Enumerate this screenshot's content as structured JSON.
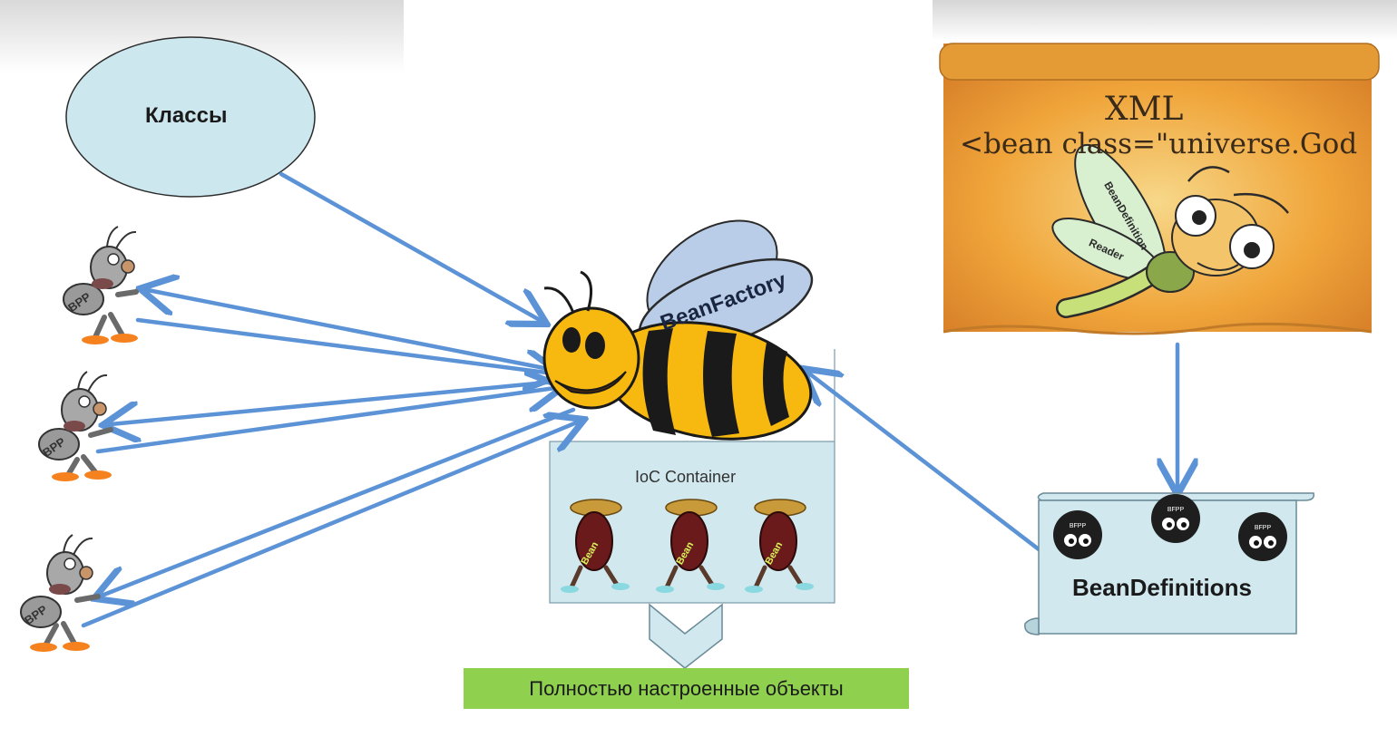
{
  "classes": {
    "label": "Классы"
  },
  "bpp_label": "BPP",
  "bee": {
    "wing_label": "BeanFactory"
  },
  "xml_scroll": {
    "title": "XML",
    "code": "<bean class=\"universe.God",
    "reader_wing_1": "BeanDefinition",
    "reader_wing_2": "Reader"
  },
  "ioc": {
    "label": "IoC Container",
    "bean_label": "Bean"
  },
  "result": {
    "label": "Полностью настроенные объекты"
  },
  "bean_definitions": {
    "label": "BeanDefinitions",
    "spider_label": "BFPP"
  },
  "colors": {
    "arrow": "#5b93d6",
    "result_bg": "#8fd14f",
    "ellipse_fill": "#cde7ee",
    "scroll_fill": "#f2a93d",
    "ioc_fill": "#d0e8ee",
    "bee_yellow": "#f7b90f"
  }
}
